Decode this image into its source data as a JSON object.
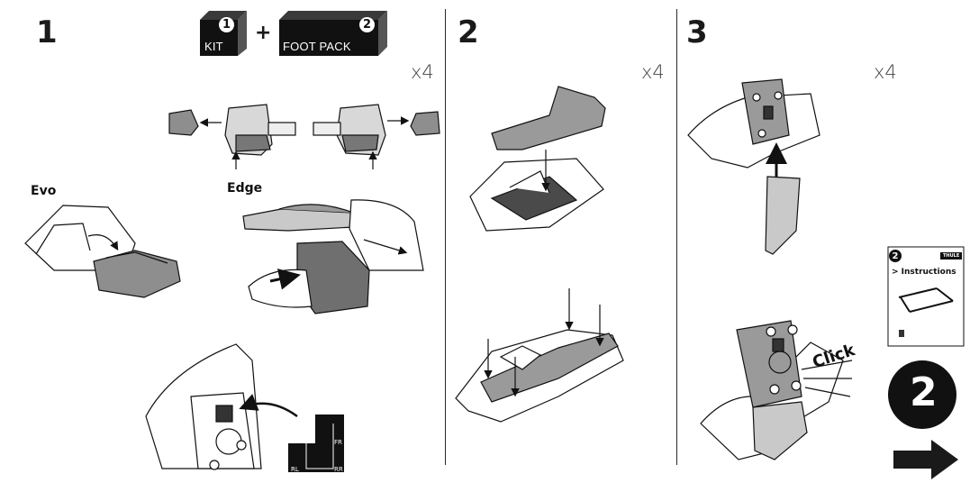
{
  "steps": {
    "step1": {
      "number": "1",
      "quantity": "x4",
      "variants": {
        "evo": "Evo",
        "edge": "Edge"
      }
    },
    "step2": {
      "number": "2",
      "quantity": "x4"
    },
    "step3": {
      "number": "3",
      "quantity": "x4",
      "click_label": "Click"
    }
  },
  "kit_box": {
    "badge": "1",
    "label": "KIT"
  },
  "plus_sign": "+",
  "foot_pack_box": {
    "badge": "2",
    "label": "FOOT PACK"
  },
  "position_labels": {
    "front_right": "FR",
    "rear_left": "RL",
    "rear_right": "RR"
  },
  "booklet": {
    "badge": "2",
    "title": "> Instructions",
    "brand": "THULE"
  },
  "next_step": {
    "number": "2",
    "arrow_icon": "right-arrow-icon"
  },
  "colors": {
    "ink": "#1a1a1a",
    "part_gray": "#8e8e8e",
    "part_light": "#c9c9c9",
    "pad_gray": "#9a9a9a"
  }
}
